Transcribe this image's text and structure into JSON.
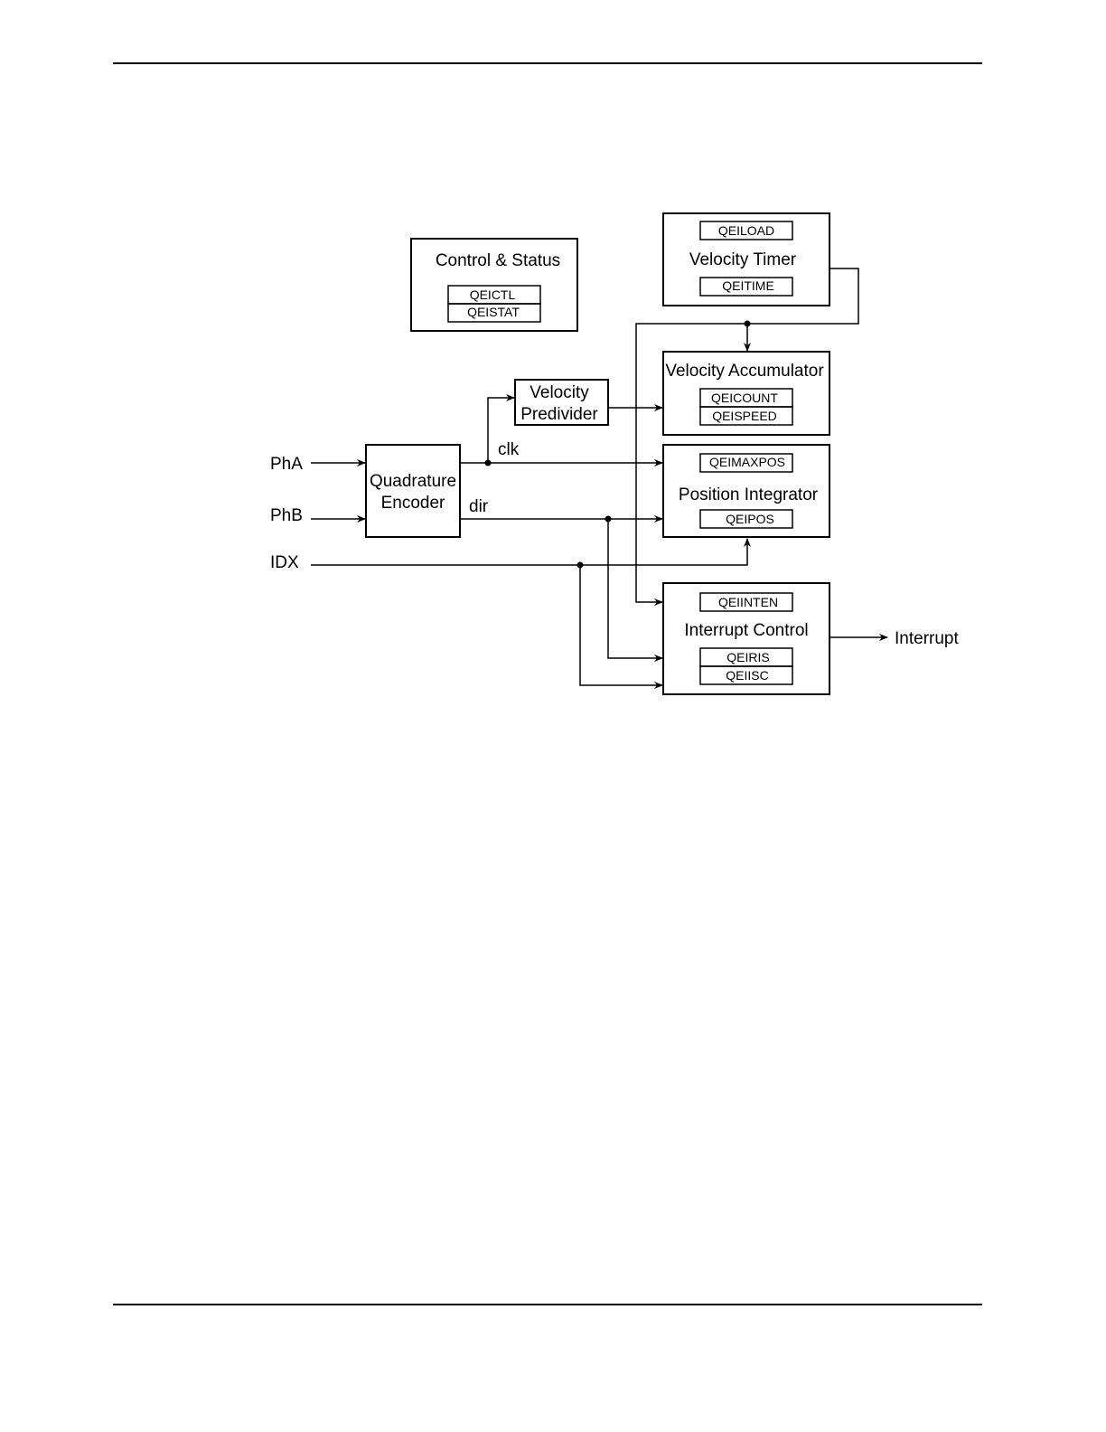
{
  "blocks": {
    "control_status": {
      "title": "Control & Status",
      "registers": [
        "QEICTL",
        "QEISTAT"
      ]
    },
    "velocity_timer": {
      "title": "Velocity Timer",
      "registers": [
        "QEILOAD",
        "QEITIME"
      ]
    },
    "velocity_accumulator": {
      "title": "Velocity Accumulator",
      "registers": [
        "QEICOUNT",
        "QEISPEED"
      ]
    },
    "velocity_predivider": {
      "title_line1": "Velocity",
      "title_line2": "Predivider"
    },
    "quadrature_encoder": {
      "title_line1": "Quadrature",
      "title_line2": "Encoder"
    },
    "position_integrator": {
      "title": "Position Integrator",
      "registers": [
        "QEIMAXPOS",
        "QEIPOS"
      ]
    },
    "interrupt_control": {
      "title": "Interrupt Control",
      "registers": [
        "QEIINTEN",
        "QEIRIS",
        "QEIISC"
      ]
    }
  },
  "signals": {
    "pha": "PhA",
    "phb": "PhB",
    "idx": "IDX",
    "clk": "clk",
    "dir": "dir",
    "interrupt": "Interrupt"
  }
}
